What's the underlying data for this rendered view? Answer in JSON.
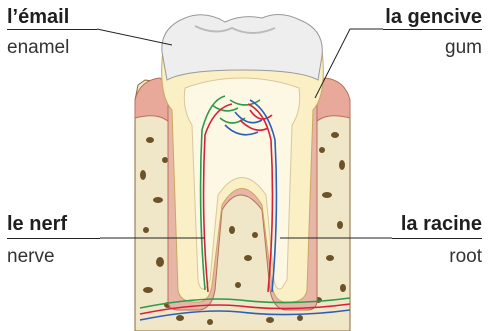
{
  "labels": {
    "enamel": {
      "fr": "l’émail",
      "en": "enamel"
    },
    "gum": {
      "fr": "la gencive",
      "en": "gum"
    },
    "nerve": {
      "fr": "le nerf",
      "en": "nerve"
    },
    "root": {
      "fr": "la racine",
      "en": "root"
    }
  },
  "colors": {
    "enamel": "#eeeeee",
    "dentin": "#fbefc6",
    "pulp": "#fdf8e4",
    "gum": "#e8a89a",
    "bone": "#f0e6c8",
    "nerve": "#2e9a4a",
    "artery": "#d8203a",
    "vein": "#2c5fb8"
  }
}
